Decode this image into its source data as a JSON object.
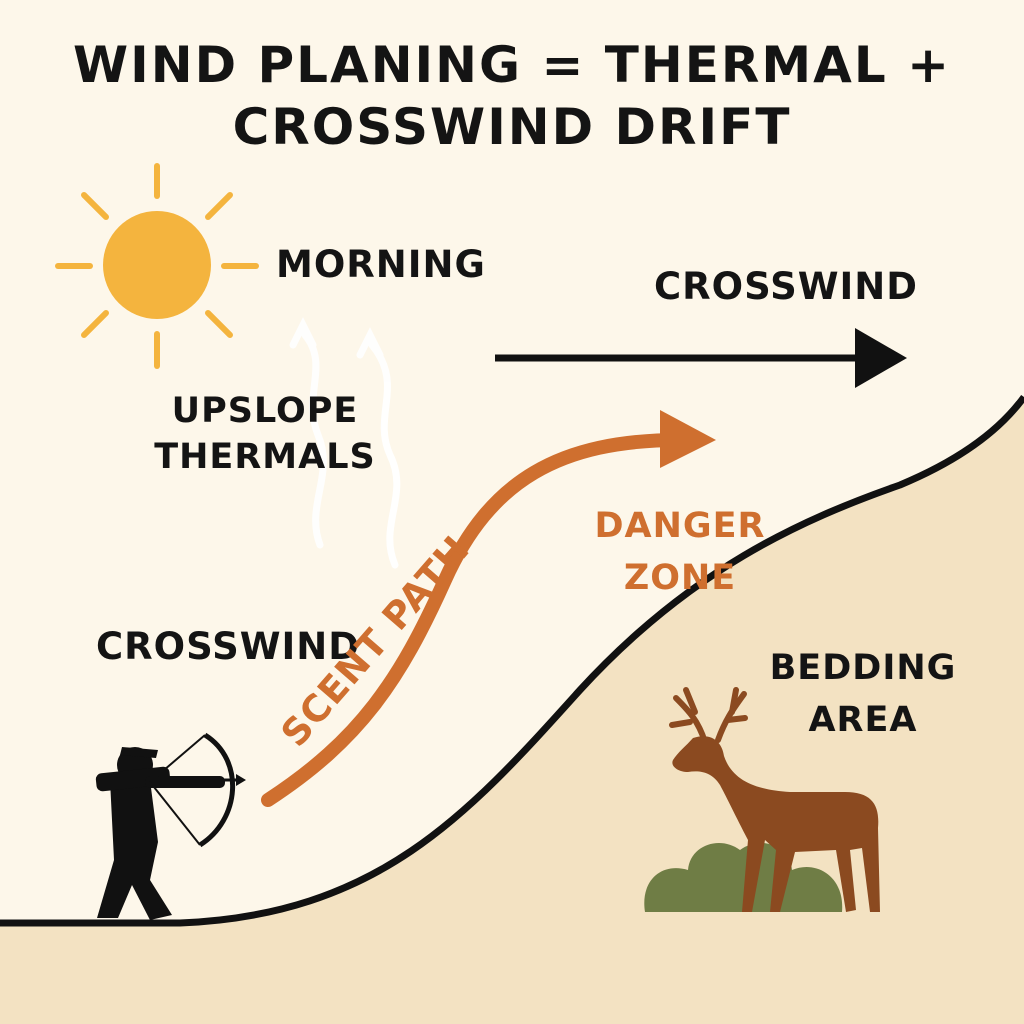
{
  "title": {
    "line1": "WIND PLANING = THERMAL +",
    "line2": "CROSSWIND DRIFT"
  },
  "labels": {
    "morning": "MORNING",
    "crosswind_top": "CROSSWIND",
    "upslope_line1": "UPSLOPE",
    "upslope_line2": "THERMALS",
    "crosswind_left": "CROSSWIND",
    "danger_line1": "DANGER",
    "danger_line2": "ZONE",
    "bedding_line1": "BEDDING",
    "bedding_line2": "AREA",
    "scent_path": "SCENT PATH"
  },
  "colors": {
    "background": "#fdf7ea",
    "hillside": "#f3e2c2",
    "ground_line": "#111111",
    "sun": "#f4b43e",
    "scent_path": "#cf6f2f",
    "deer": "#8b4a20",
    "bush": "#6f7d45",
    "text": "#141414"
  },
  "icons": [
    "sun-icon",
    "archer-icon",
    "deer-icon",
    "bush-icon",
    "thermal-arrow-icon",
    "crosswind-arrow-icon"
  ]
}
